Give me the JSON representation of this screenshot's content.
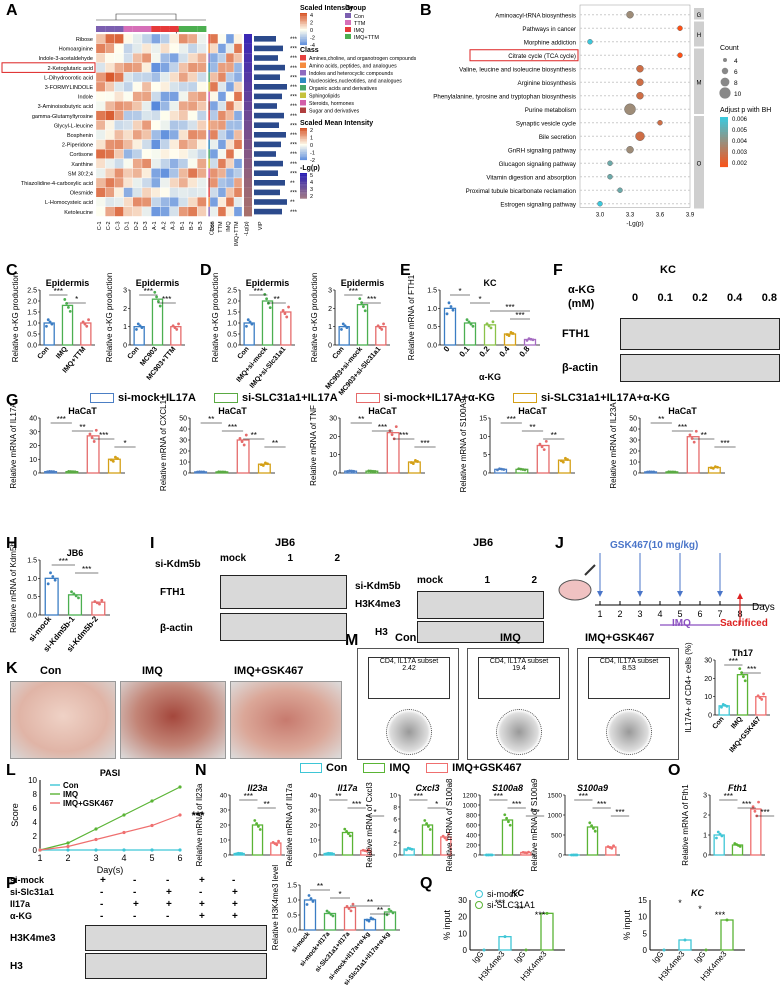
{
  "labels": [
    "A",
    "B",
    "C",
    "D",
    "E",
    "F",
    "G",
    "H",
    "I",
    "J",
    "K",
    "L",
    "M",
    "N",
    "O",
    "P",
    "Q"
  ],
  "A": {
    "metabolites": [
      "Ribose",
      "Homoarginine",
      "Indole-3-acetaldehyde",
      "2-Ketoglutaric acid",
      "L-Dihydroorotic acid",
      "3-FORMYLINDOLE",
      "Indole",
      "3-Aminoisobutyric acid",
      "gamma-Glutamyltyrosine",
      "Glycyl-L-leucine",
      "Bosphenin",
      "2-Piperidone",
      "Cortisone",
      "Xanthine",
      "SM 30:2;4",
      "Thiazolidine-4-carboxylic acid",
      "Olesmide",
      "L-Homocysteic acid",
      "Ketoleucine"
    ],
    "highlight": "2-Ketoglutaric acid",
    "columns": [
      "C-1",
      "C-2",
      "C-3",
      "D-1",
      "D-2",
      "D-3",
      "A-1",
      "A-2",
      "A-3",
      "B-1",
      "B-2",
      "B-3",
      "Class"
    ],
    "mean_columns": [
      "Con",
      "TTM",
      "IMQ",
      "IMQ+TTM",
      "-Lg(p)",
      "VIP"
    ],
    "group_title": "Group",
    "legend_scaled": "Scaled Intensity",
    "legend_scaled_ticks": [
      "4",
      "2",
      "0",
      "-2",
      "-4"
    ],
    "legend_group": "Group",
    "groups": [
      {
        "name": "Con",
        "color": "#7b5fb0"
      },
      {
        "name": "TTM",
        "color": "#d66fb8"
      },
      {
        "name": "IMQ",
        "color": "#e63939"
      },
      {
        "name": "IMQ+TTM",
        "color": "#4caf50"
      }
    ],
    "legend_class": "Class",
    "classes": [
      {
        "name": "Amines,choline, and organotrogen compounds",
        "color": "#e6413f"
      },
      {
        "name": "Amino acids, peptides, and analogues",
        "color": "#f58b3e"
      },
      {
        "name": "Indoles and heterocyclic compounds",
        "color": "#8e6bbf"
      },
      {
        "name": "Nucleosides,nucleotides, and analogues",
        "color": "#2e8bc0"
      },
      {
        "name": "Organic acids and derivatives",
        "color": "#48a869"
      },
      {
        "name": "Sphingolipids",
        "color": "#c6c23c"
      },
      {
        "name": "Steroids, hormones",
        "color": "#d35ea8"
      },
      {
        "name": "Sugar and derivatives",
        "color": "#b03e3e"
      }
    ],
    "legend_mean": "Scaled Mean Intensity",
    "legend_mean_ticks": [
      "2",
      "1",
      "0",
      "-1",
      "-2"
    ],
    "legend_lgp": "-Lg(p)",
    "legend_lgp_ticks": [
      "5",
      "4",
      "3",
      "2"
    ],
    "sig": [
      "***",
      "***",
      "***",
      "***",
      "***",
      "***",
      "***",
      "***",
      "***",
      "***",
      "***",
      "***",
      "***",
      "***",
      "***",
      "**",
      "***",
      "**",
      "***"
    ]
  },
  "B": {
    "pathways": [
      "Aminoacyl-tRNA biosynthesis",
      "Pathways in cancer",
      "Morphine addiction",
      "Citrate cycle (TCA cycle)",
      "Valine, leucine and isoleucine biosynthesis",
      "Arginine biosynthesis",
      "Phenylalanine, tyrosine and tryptophan biosynthesis",
      "Purine metabolism",
      "Synaptic vesicle cycle",
      "Bile secretion",
      "GnRH signaling pathway",
      "Glucagon signaling pathway",
      "Vitamin digestion and absorption",
      "Proximal tubule bicarbonate reclamation",
      "Estrogen signaling pathway"
    ],
    "highlight": "Citrate cycle (TCA cycle)",
    "side_labels": [
      "G",
      "H",
      "M",
      "O"
    ],
    "xlabel": "-Lg(p)",
    "xticks": [
      "3.0",
      "3.3",
      "3.6",
      "3.9"
    ],
    "legend_count": "Count",
    "count_ticks": [
      "4",
      "6",
      "8",
      "10"
    ],
    "legend_adj": "Adjust p with BH",
    "adj_ticks": [
      "0.006",
      "0.005",
      "0.004",
      "0.003",
      "0.002"
    ]
  },
  "chart_data": [
    {
      "panel": "B",
      "type": "scatter",
      "y_categories": [
        "Aminoacyl-tRNA biosynthesis",
        "Pathways in cancer",
        "Morphine addiction",
        "Citrate cycle (TCA cycle)",
        "Valine, leucine and isoleucine biosynthesis",
        "Arginine biosynthesis",
        "Phenylalanine, tyrosine and tryptophan biosynthesis",
        "Purine metabolism",
        "Synaptic vesicle cycle",
        "Bile secretion",
        "GnRH signaling pathway",
        "Glucagon signaling pathway",
        "Vitamin digestion and absorption",
        "Proximal tubule bicarbonate reclamation",
        "Estrogen signaling pathway"
      ],
      "x": [
        3.3,
        3.8,
        2.9,
        3.8,
        3.4,
        3.4,
        3.4,
        3.3,
        3.6,
        3.4,
        3.3,
        3.1,
        3.1,
        3.2,
        3.0
      ],
      "count": [
        6,
        4,
        4,
        4,
        6,
        6,
        6,
        10,
        4,
        8,
        6,
        4,
        4,
        4,
        4
      ],
      "padj": [
        0.004,
        0.002,
        0.006,
        0.002,
        0.003,
        0.003,
        0.003,
        0.004,
        0.003,
        0.003,
        0.004,
        0.005,
        0.005,
        0.005,
        0.006
      ],
      "xlabel": "-Lg(p)",
      "xlim": [
        2.8,
        3.9
      ]
    },
    {
      "panel": "C1",
      "type": "bar",
      "title": "Epidermis",
      "ylabel": "Relative α-KG production",
      "categories": [
        "Con",
        "IMQ",
        "IMQ+TTM"
      ],
      "values": [
        1.0,
        1.8,
        1.0
      ],
      "ylim": [
        0,
        2.5
      ],
      "yticks": [
        "0.0",
        "0.5",
        "1.0",
        "1.5",
        "2.0",
        "2.5"
      ],
      "sig": [
        "***",
        "*"
      ]
    },
    {
      "panel": "C2",
      "type": "bar",
      "title": "Epidermis",
      "ylabel": "Relative α-KG production",
      "categories": [
        "Con",
        "MC903",
        "MC903+TTM"
      ],
      "values": [
        1.0,
        2.5,
        1.0
      ],
      "ylim": [
        0,
        3
      ],
      "yticks": [
        "0",
        "1",
        "2",
        "3"
      ],
      "sig": [
        "***",
        "***"
      ]
    },
    {
      "panel": "D1",
      "type": "bar",
      "title": "Epidermis",
      "ylabel": "Relative α-KG production",
      "categories": [
        "Con",
        "IMQ+si-mock",
        "IMQ+si-Slc31a1"
      ],
      "values": [
        1.0,
        2.0,
        1.5
      ],
      "ylim": [
        0,
        2.5
      ],
      "yticks": [
        "0.0",
        "0.5",
        "1.0",
        "1.5",
        "2.0",
        "2.5"
      ],
      "sig": [
        "***",
        "**"
      ]
    },
    {
      "panel": "D2",
      "type": "bar",
      "title": "Epidermis",
      "ylabel": "Relative α-KG production",
      "categories": [
        "Con",
        "MC903+si-mock",
        "MC903+si-Slc31a1"
      ],
      "values": [
        1.0,
        2.2,
        1.0
      ],
      "ylim": [
        0,
        3
      ],
      "yticks": [
        "0",
        "1",
        "2",
        "3"
      ],
      "sig": [
        "***",
        "***"
      ]
    },
    {
      "panel": "E",
      "type": "bar",
      "title": "KC",
      "ylabel": "Relative mRNA of FTH1",
      "xlabel": "α-KG",
      "categories": [
        "0",
        "0.1",
        "0.2",
        "0.4",
        "0.8"
      ],
      "values": [
        1.0,
        0.6,
        0.55,
        0.3,
        0.15
      ],
      "ylim": [
        0,
        1.5
      ],
      "yticks": [
        "0.0",
        "0.5",
        "1.0",
        "1.5"
      ],
      "sig": [
        "*",
        "*",
        "***",
        "***"
      ]
    },
    {
      "panel": "G1",
      "type": "bar",
      "title": "HaCaT",
      "ylabel": "Relative mRNA of IL17A",
      "categories": [
        "si-mock+IL17A",
        "si-SLC31a1+IL17A",
        "si-mock+IL17A+α-KG",
        "si-SLC31a1+IL17A+α-KG"
      ],
      "values": [
        1,
        1,
        27,
        10
      ],
      "ylim": [
        0,
        40
      ],
      "yticks": [
        "0",
        "10",
        "20",
        "30",
        "40"
      ],
      "sig": [
        "***",
        "**",
        "***",
        "*"
      ]
    },
    {
      "panel": "G2",
      "type": "bar",
      "title": "HaCaT",
      "ylabel": "Relative mRNA of CXCL1",
      "categories": [
        "si-mock+IL17A",
        "si-SLC31a1+IL17A",
        "si-mock+IL17A+α-KG",
        "si-SLC31a1+IL17A+α-KG"
      ],
      "values": [
        1,
        1,
        30,
        8
      ],
      "ylim": [
        0,
        50
      ],
      "yticks": [
        "0",
        "10",
        "20",
        "30",
        "40",
        "50"
      ],
      "sig": [
        "**",
        "***",
        "**",
        "**"
      ]
    },
    {
      "panel": "G3",
      "type": "bar",
      "title": "HaCaT",
      "ylabel": "Relative mRNA of TNF",
      "categories": [
        "si-mock+IL17A",
        "si-SLC31a1+IL17A",
        "si-mock+IL17A+α-KG",
        "si-SLC31a1+IL17A+α-KG"
      ],
      "values": [
        1,
        1,
        22,
        6
      ],
      "ylim": [
        0,
        30
      ],
      "yticks": [
        "0",
        "10",
        "20",
        "30"
      ],
      "sig": [
        "**",
        "***",
        "***",
        "***"
      ]
    },
    {
      "panel": "G4",
      "type": "bar",
      "title": "HaCaT",
      "ylabel": "Relative mRNA of S100A9",
      "categories": [
        "si-mock+IL17A",
        "si-SLC31a1+IL17A",
        "si-mock+IL17A+α-KG",
        "si-SLC31a1+IL17A+α-KG"
      ],
      "values": [
        1,
        1,
        7.5,
        3.5
      ],
      "ylim": [
        0,
        15
      ],
      "yticks": [
        "0",
        "5",
        "10",
        "15"
      ],
      "sig": [
        "***",
        "**",
        "**"
      ]
    },
    {
      "panel": "G5",
      "type": "bar",
      "title": "HaCaT",
      "ylabel": "Relative mRNA of IL23A",
      "categories": [
        "si-mock+IL17A",
        "si-SLC31a1+IL17A",
        "si-mock+IL17A+α-KG",
        "si-SLC31a1+IL17A+α-KG"
      ],
      "values": [
        1,
        1,
        33,
        5
      ],
      "ylim": [
        0,
        50
      ],
      "yticks": [
        "0",
        "10",
        "20",
        "30",
        "40",
        "50"
      ],
      "sig": [
        "**",
        "***",
        "**",
        "***"
      ]
    },
    {
      "panel": "H",
      "type": "bar",
      "title": "JB6",
      "ylabel": "Relative mRNA of Kdm5b",
      "categories": [
        "si-mock",
        "si-Kdm5b-1",
        "si-Kdm5b-2"
      ],
      "values": [
        1.0,
        0.55,
        0.35
      ],
      "ylim": [
        0,
        1.5
      ],
      "yticks": [
        "0.0",
        "0.5",
        "1.0",
        "1.5"
      ],
      "sig": [
        "***",
        "***"
      ]
    },
    {
      "panel": "L",
      "type": "line",
      "title": "PASI",
      "ylabel": "Score",
      "xlabel": "Day(s)",
      "x": [
        1,
        2,
        3,
        4,
        5,
        6
      ],
      "series": [
        {
          "name": "Con",
          "values": [
            0,
            0,
            0,
            0,
            0,
            0
          ]
        },
        {
          "name": "IMQ",
          "values": [
            0,
            1,
            3,
            5,
            7,
            9
          ]
        },
        {
          "name": "IMQ+GSK467",
          "values": [
            0,
            0.5,
            1.5,
            2.5,
            3.5,
            5
          ]
        }
      ],
      "ylim": [
        0,
        10
      ],
      "yticks": [
        "0",
        "2",
        "4",
        "6",
        "8",
        "10"
      ],
      "sig": [
        "***"
      ]
    },
    {
      "panel": "M",
      "type": "bar",
      "title": "Th17",
      "ylabel": "IL17A+ of CD4+ cells (%)",
      "categories": [
        "Con",
        "IMQ",
        "IMQ+GSK467"
      ],
      "values": [
        5,
        22,
        10
      ],
      "ylim": [
        0,
        30
      ],
      "yticks": [
        "0",
        "10",
        "20",
        "30"
      ],
      "sig": [
        "***",
        "***"
      ]
    },
    {
      "panel": "N1",
      "type": "bar",
      "title": "Il23a",
      "ylabel": "Relative mRNA of Il23a",
      "categories": [
        "Con",
        "IMQ",
        "IMQ+GSK467"
      ],
      "values": [
        1,
        20,
        8
      ],
      "ylim": [
        0,
        40
      ],
      "yticks": [
        "0",
        "10",
        "20",
        "30",
        "40"
      ],
      "sig": [
        "***",
        "**"
      ]
    },
    {
      "panel": "N2",
      "type": "bar",
      "title": "Il17a",
      "ylabel": "Relative mRNA of Il17a",
      "categories": [
        "Con",
        "IMQ",
        "IMQ+GSK467"
      ],
      "values": [
        1,
        15,
        3
      ],
      "ylim": [
        0,
        40
      ],
      "yticks": [
        "0",
        "10",
        "20",
        "30",
        "40"
      ],
      "sig": [
        "**",
        "***",
        "*"
      ]
    },
    {
      "panel": "N3",
      "type": "bar",
      "title": "Cxcl3",
      "ylabel": "Relative mRNA of Cxcl3",
      "categories": [
        "Con",
        "IMQ",
        "IMQ+GSK467"
      ],
      "values": [
        1,
        5,
        3
      ],
      "ylim": [
        0,
        10
      ],
      "yticks": [
        "0",
        "2",
        "4",
        "6",
        "8",
        "10"
      ],
      "sig": [
        "***",
        "*"
      ]
    },
    {
      "panel": "N4",
      "type": "bar",
      "title": "S100a8",
      "ylabel": "Relative mRNA of S100a8",
      "categories": [
        "Con",
        "IMQ",
        "IMQ+GSK467"
      ],
      "values": [
        1,
        700,
        50
      ],
      "ylim": [
        0,
        1200
      ],
      "yticks": [
        "0",
        "200",
        "400",
        "600",
        "800",
        "1000",
        "1200"
      ],
      "sig": [
        "***",
        "***",
        "***"
      ]
    },
    {
      "panel": "N5",
      "type": "bar",
      "title": "S100a9",
      "ylabel": "Relative mRNA of S100a9",
      "categories": [
        "Con",
        "IMQ",
        "IMQ+GSK467"
      ],
      "values": [
        1,
        700,
        200
      ],
      "ylim": [
        0,
        1500
      ],
      "yticks": [
        "0",
        "500",
        "1000",
        "1500"
      ],
      "sig": [
        "***",
        "***",
        "***"
      ]
    },
    {
      "panel": "O",
      "type": "bar",
      "title": "Fth1",
      "ylabel": "Relative mRNA of Fth1",
      "categories": [
        "Con",
        "IMQ",
        "IMQ+GSK467"
      ],
      "values": [
        1.0,
        0.5,
        2.3
      ],
      "ylim": [
        0,
        3
      ],
      "yticks": [
        "0",
        "1",
        "2",
        "3"
      ],
      "sig": [
        "***",
        "***",
        "***"
      ]
    },
    {
      "panel": "P",
      "type": "bar",
      "ylabel": "Relative H3K4me3 level",
      "categories": [
        "si-mock",
        "si-mock+Il17a",
        "si-Slc31a1+Il17a",
        "si-mock+Il17a+α-kg",
        "si-Slc31a1+Il17a+α-kg"
      ],
      "values": [
        1.0,
        0.55,
        0.75,
        0.35,
        0.6
      ],
      "ylim": [
        0,
        1.5
      ],
      "yticks": [
        "0.0",
        "0.5",
        "1.0",
        "1.5"
      ],
      "sig": [
        "**",
        "*",
        "**",
        "**"
      ]
    },
    {
      "panel": "Q1",
      "type": "bar",
      "title": "KC",
      "ylabel": "% input",
      "categories": [
        "IgG",
        "H3K4me3",
        "IgG",
        "H3K4me3"
      ],
      "series": [
        {
          "name": "si-mock",
          "values": [
            0,
            8
          ]
        },
        {
          "name": "si-SLC31A1",
          "values": [
            0,
            22
          ]
        }
      ],
      "ylim": [
        0,
        30
      ],
      "yticks": [
        "0",
        "10",
        "20",
        "30"
      ],
      "sig": [
        "***",
        "**",
        "***"
      ]
    },
    {
      "panel": "Q2",
      "type": "bar",
      "title": "KC",
      "ylabel": "% input",
      "categories": [
        "IgG",
        "H3K4me3",
        "IgG",
        "H3K4me3"
      ],
      "series": [
        {
          "name": "si-mock",
          "values": [
            0,
            3
          ]
        },
        {
          "name": "si-SLC31A1",
          "values": [
            0,
            9
          ]
        }
      ],
      "ylim": [
        0,
        15
      ],
      "yticks": [
        "0",
        "5",
        "10",
        "15"
      ],
      "sig": [
        "*",
        "*",
        "***"
      ]
    }
  ],
  "G_legend": [
    {
      "name": "si-mock+IL17A",
      "color": "#4c7fc4"
    },
    {
      "name": "si-SLC31a1+IL17A",
      "color": "#5aaa43"
    },
    {
      "name": "si-mock+IL17A+α-KG",
      "color": "#e56b6b"
    },
    {
      "name": "si-SLC31a1+IL17A+α-KG",
      "color": "#d4a017"
    }
  ],
  "N_legend": [
    {
      "name": "Con",
      "color": "#3ec6d6"
    },
    {
      "name": "IMQ",
      "color": "#5ab435"
    },
    {
      "name": "IMQ+GSK467",
      "color": "#ef6f6f"
    }
  ],
  "F": {
    "title": "KC",
    "row_label_top": "α-KG",
    "row_label_unit": "(mM)",
    "doses": [
      "0",
      "0.1",
      "0.2",
      "0.4",
      "0.8"
    ],
    "bands": [
      "FTH1",
      "β-actin"
    ]
  },
  "I": {
    "title1": "JB6",
    "title2": "JB6",
    "sirna": "si-Kdm5b",
    "lanes": [
      "mock",
      "1",
      "2"
    ],
    "bands1": [
      "FTH1",
      "β-actin"
    ],
    "bands2": [
      "H3K4me3",
      "H3"
    ]
  },
  "J": {
    "drug": "GSK467(10 mg/kg)",
    "days": [
      "1",
      "2",
      "3",
      "4",
      "5",
      "6",
      "7",
      "8"
    ],
    "axis": "Days",
    "imq": "IMQ",
    "end": "Sacrificed"
  },
  "K": {
    "groups": [
      "Con",
      "IMQ",
      "IMQ+GSK467"
    ]
  },
  "M_flow": {
    "groups": [
      "Con",
      "IMQ",
      "IMQ+GSK467"
    ],
    "gate": "CD4, IL17A subset",
    "values": [
      "2.42",
      "19.4",
      "8.53"
    ]
  },
  "P_blot": {
    "rows": [
      {
        "label": "si-mock",
        "marks": [
          "+",
          "-",
          "-",
          "+",
          "-"
        ]
      },
      {
        "label": "si-Slc31a1",
        "marks": [
          "-",
          "-",
          "+",
          "-",
          "+"
        ]
      },
      {
        "label": "Il17a",
        "marks": [
          "-",
          "+",
          "+",
          "+",
          "+"
        ]
      },
      {
        "label": "α-KG",
        "marks": [
          "-",
          "-",
          "-",
          "+",
          "+"
        ]
      }
    ],
    "bands": [
      "H3K4me3",
      "H3"
    ]
  },
  "Q_legend": [
    {
      "name": "si-mock",
      "color": "#3ec6d6"
    },
    {
      "name": "si-SLC31A1",
      "color": "#5ab435"
    }
  ]
}
